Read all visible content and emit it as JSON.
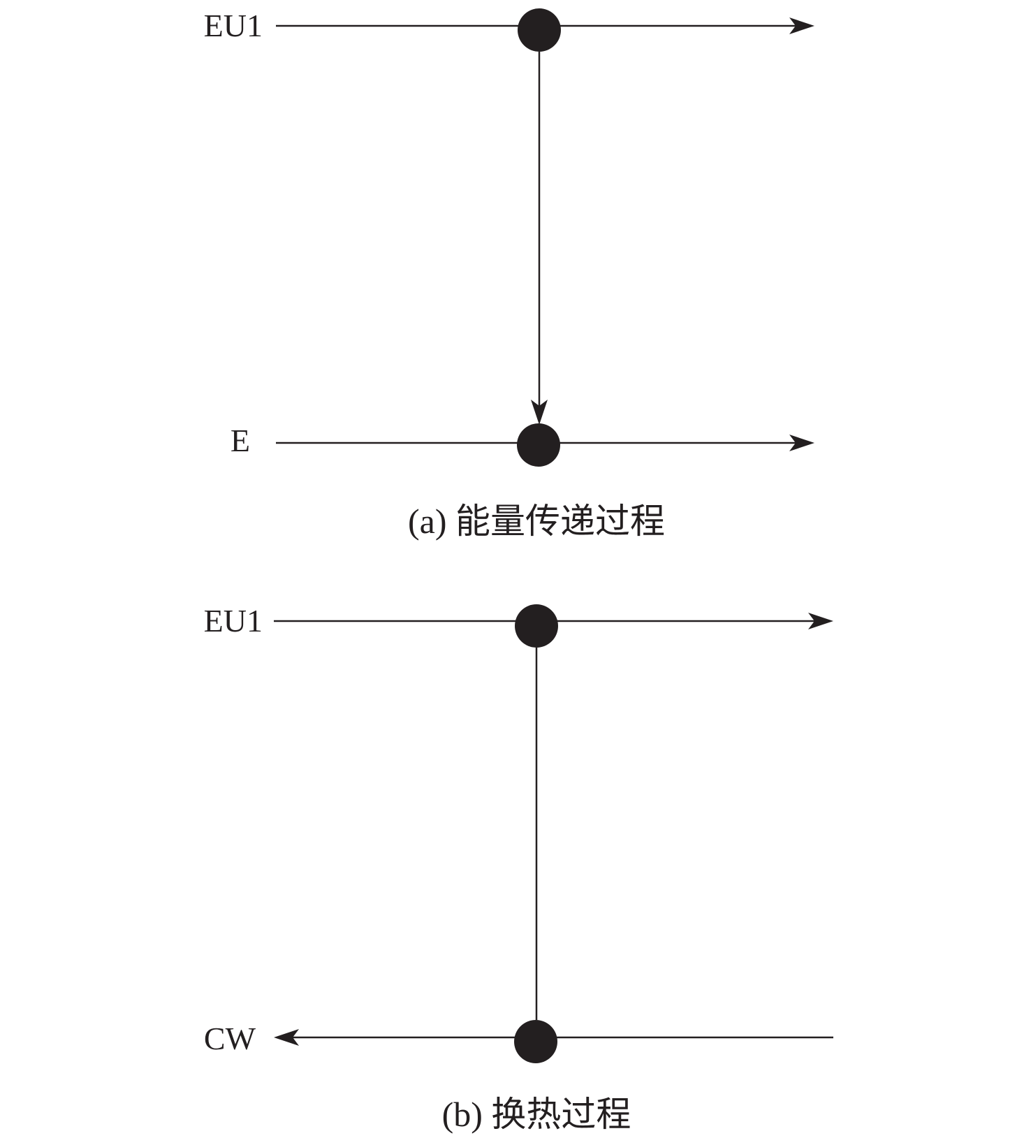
{
  "panel_a": {
    "top_stream": "EU1",
    "bottom_stream": "E",
    "caption": "(a) 能量传递过程"
  },
  "panel_b": {
    "top_stream": "EU1",
    "bottom_stream": "CW",
    "caption": "(b) 换热过程"
  }
}
